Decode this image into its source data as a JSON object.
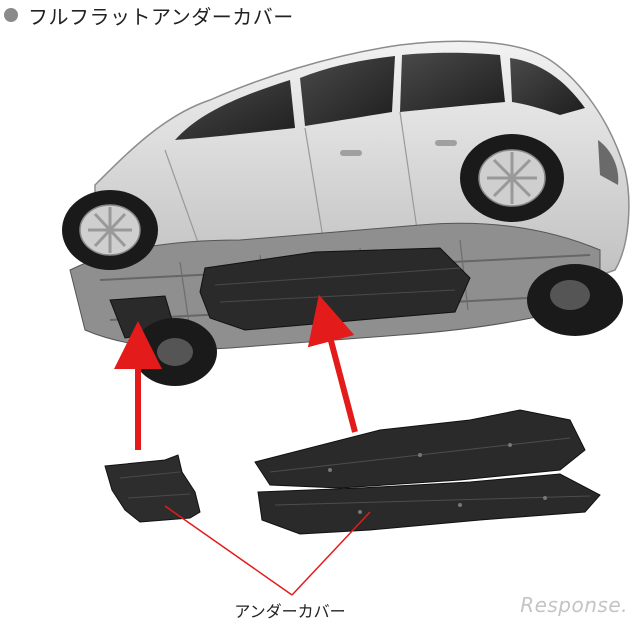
{
  "title": "フルフラットアンダーカバー",
  "caption": "アンダーカバー",
  "watermark": "Response.",
  "colors": {
    "arrow": "#e31b1b",
    "body": "#d9d9d9",
    "cover": "#2a2a2a",
    "bullet": "#8a8a8a"
  }
}
